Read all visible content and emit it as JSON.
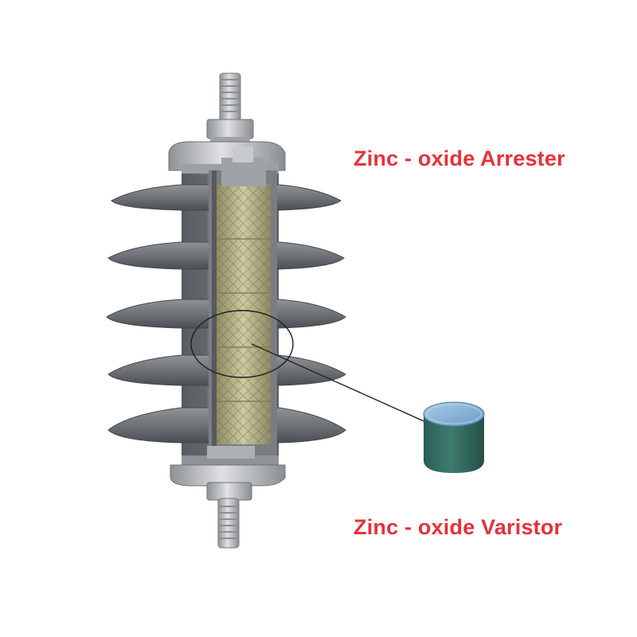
{
  "labels": {
    "arrester": "Zinc - oxide Arrester",
    "varistor": "Zinc - oxide Varistor"
  },
  "colors": {
    "label_text": "#e8303a",
    "insulator_body": "#6f7377",
    "insulator_dark": "#4e5256",
    "insulator_light": "#9a9ea2",
    "metal": "#b9bcbf",
    "varistor_stack": "#b9b48a",
    "varistor_pellet_side": "#2f6b5e",
    "varistor_pellet_top": "#7fb0d6",
    "callout_line": "#222222"
  },
  "icons": {
    "arrester": "surge-arrester-cutaway-illustration",
    "varistor": "varistor-disc-illustration"
  }
}
